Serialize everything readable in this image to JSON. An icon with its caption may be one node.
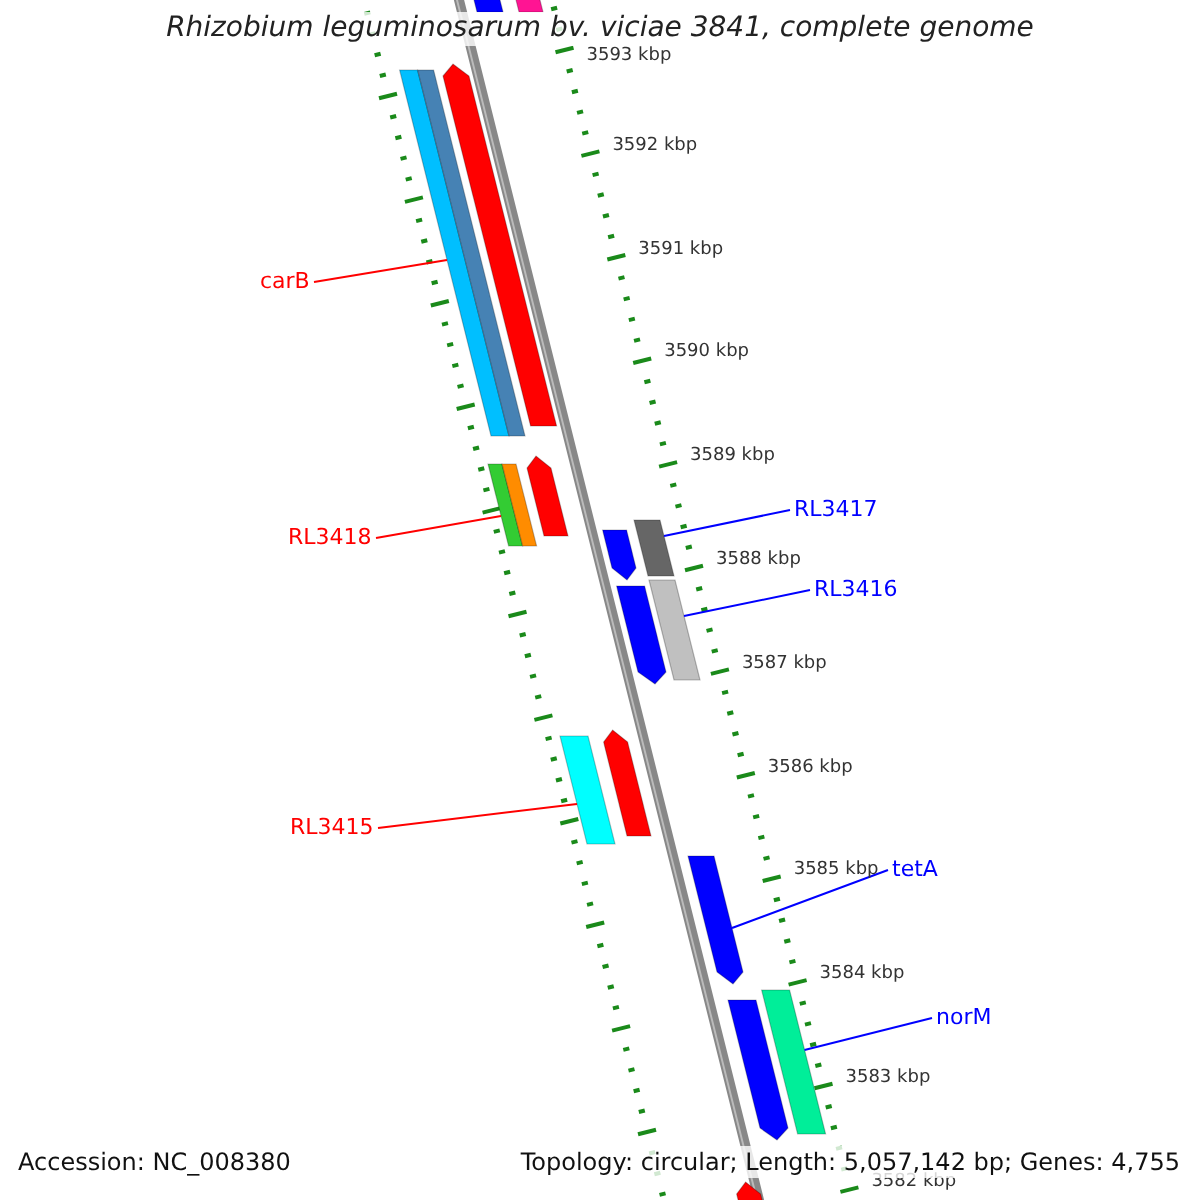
{
  "diagram": {
    "title": "Rhizobium leguminosarum bv. viciae 3841, complete genome",
    "nodes": [
      {
        "text": [],
        "shape": "bar"
      },
      {
        "text": [],
        "shape": "bar"
      },
      {
        "text": [],
        "shape": "bar"
      },
      {
        "text": [],
        "shape": "bar"
      },
      {
        "text": [],
        "shape": "bar"
      },
      {
        "text": [
          "carB"
        ]
      },
      {
        "text": [],
        "shape": "bar"
      },
      {
        "text": [],
        "shape": "bar"
      },
      {
        "text": [],
        "shape": "bar"
      },
      {
        "text": [
          "RL3418"
        ]
      },
      {
        "text": [],
        "shape": "bar"
      },
      {
        "text": [],
        "shape": "bar"
      },
      {
        "text": [
          "RL3417"
        ]
      },
      {
        "text": [],
        "shape": "bar"
      },
      {
        "text": [],
        "shape": "bar"
      },
      {
        "text": [
          "RL3416"
        ]
      },
      {
        "text": [],
        "shape": "bar"
      },
      {
        "text": [],
        "shape": "bar"
      },
      {
        "text": [
          "RL3415"
        ]
      },
      {
        "text": [],
        "shape": "bar"
      },
      {
        "text": [
          "tetA"
        ]
      },
      {
        "text": [],
        "shape": "bar"
      },
      {
        "text": [],
        "shape": "bar"
      },
      {
        "text": [
          "norM"
        ]
      },
      {
        "text": [],
        "shape": "bar"
      }
    ],
    "edges": [
      {
        "from": 5,
        "to": 2,
        "arrow": "none",
        "color": "#ff0000"
      },
      {
        "from": 9,
        "to": 6,
        "arrow": "none",
        "color": "#ff0000"
      },
      {
        "from": 12,
        "to": 11,
        "arrow": "none"
      },
      {
        "from": 15,
        "to": 14,
        "arrow": "none"
      },
      {
        "from": 18,
        "to": 16,
        "arrow": "none",
        "color": "#ff0000"
      },
      {
        "from": 20,
        "to": 19,
        "arrow": "none"
      },
      {
        "from": 23,
        "to": 22,
        "arrow": "none"
      }
    ],
    "labels": [
      "3593 kbp",
      "3592 kbp",
      "3591 kbp",
      "3590 kbp",
      "3589 kbp",
      "3588 kbp",
      "3587 kbp",
      "3586 kbp",
      "3585 kbp",
      "3584 kbp",
      "3583 kbp",
      "3582 kbp",
      "Accession: NC_008380",
      "Topology: circular; Length: 5,057,142 bp; Genes: 4,755"
    ]
  }
}
